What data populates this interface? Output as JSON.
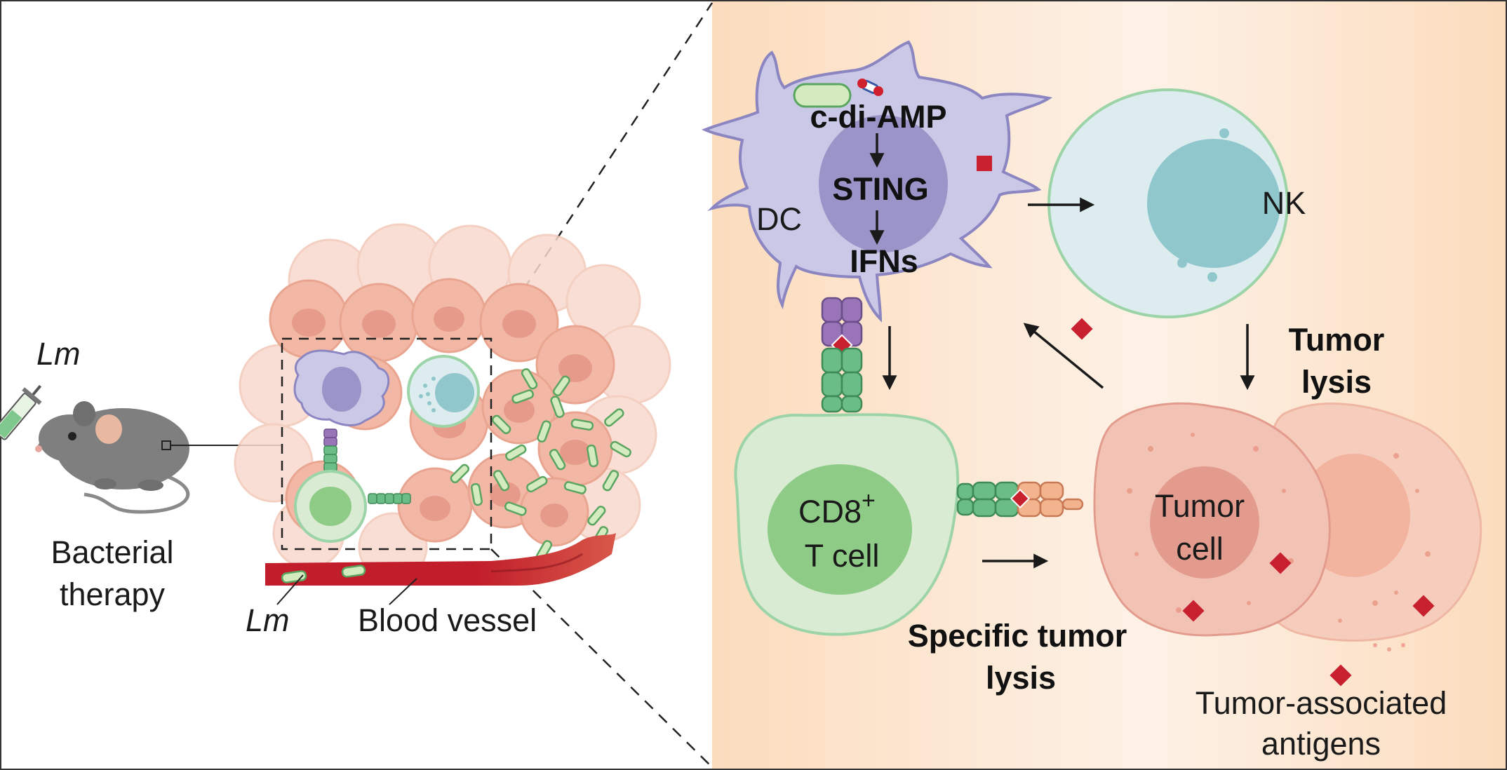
{
  "left_panel": {
    "lm_top_label": "Lm",
    "therapy_label_line1": "Bacterial",
    "therapy_label_line2": "therapy",
    "lm_bottom_label": "Lm",
    "blood_vessel_label": "Blood vessel"
  },
  "right_panel": {
    "cdiamp_label": "c-di-AMP",
    "sting_label": "STING",
    "ifns_label": "IFNs",
    "dc_label": "DC",
    "nk_label": "NK",
    "tumor_lysis_line1": "Tumor",
    "tumor_lysis_line2": "lysis",
    "cd8_label": "CD8",
    "cd8_superscript": "+",
    "tcell_label": "T cell",
    "tumor_cell_line1": "Tumor",
    "tumor_cell_line2": "cell",
    "specific_lysis_line1": "Specific tumor",
    "specific_lysis_line2": "lysis",
    "antigens_line1": "Tumor-associated",
    "antigens_line2": "antigens"
  },
  "colors": {
    "dc_body": "#c9c8e6",
    "dc_nucleus": "#9a94c8",
    "nk_body": "#dcecef",
    "nk_nucleus": "#8fc7cc",
    "tcell_body": "#d9ebd3",
    "tcell_nucleus": "#8ecb86",
    "tumor_body": "#f2c3b5",
    "tumor_nucleus": "#e39b8d",
    "antigen": "#c8202f",
    "bacteria": "#d4ebbf",
    "vessel": "#c11d2a",
    "panel_bg": "#fbdfc4"
  }
}
